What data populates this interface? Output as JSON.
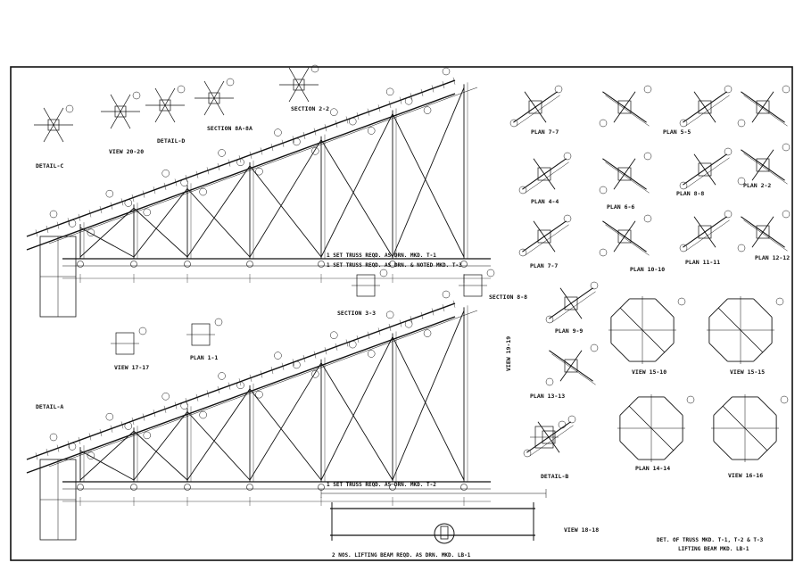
{
  "drawing": {
    "views": {
      "detail_c": "DETAIL-C",
      "view_20_20": "VIEW 20-20",
      "detail_d": "DETAIL-D",
      "section_aa": "SECTION 8A-8A",
      "section_3_3": "SECTION 3-3",
      "section_2_2": "SECTION 2-2",
      "section_8_8": "SECTION 8-8",
      "plan_1_1": "PLAN 1-1",
      "view_17_17": "VIEW 17-17",
      "detail_a": "DETAIL-A",
      "detail_b": "DETAIL-B",
      "view_18_18": "VIEW 18-18",
      "view_19_19": "VIEW 19-19",
      "plan_7_7_top": "PLAN 7-7",
      "plan_5_5": "PLAN 5-5",
      "plan_4_4": "PLAN 4-4",
      "plan_6_6": "PLAN 6-6",
      "plan_2_2": "PLAN 2-2",
      "plan_8_8": "PLAN 8-8",
      "plan_7_7": "PLAN 7-7",
      "plan_10_10": "PLAN 10-10",
      "plan_11_11": "PLAN 11-11",
      "plan_12_12": "PLAN 12-12",
      "plan_9_9": "PLAN 9-9",
      "plan_13_13": "PLAN 13-13",
      "view_15_10": "VIEW 15-10",
      "view_15_15": "VIEW 15-15",
      "plan_14_14": "PLAN 14-14",
      "view_16_16": "VIEW 16-16"
    },
    "notes": {
      "truss_t1": "1 SET TRUSS REQD. AS DRN. MKD. T-1",
      "truss_t3": "1 SET TRUSS REQD. AS DRN. & NOTED MKD. T-3",
      "truss_t2": "1 SET TRUSS REQD. AS DRN. MKD. T-2",
      "lifting_beam": "2 NOS. LIFTING BEAM REQD. AS DRN. MKD. LB-1"
    },
    "title_block": {
      "line1": "DET. OF TRUSS MKD. T-1, T-2 & T-3",
      "line2": "LIFTING BEAM MKD. LB-1"
    }
  }
}
